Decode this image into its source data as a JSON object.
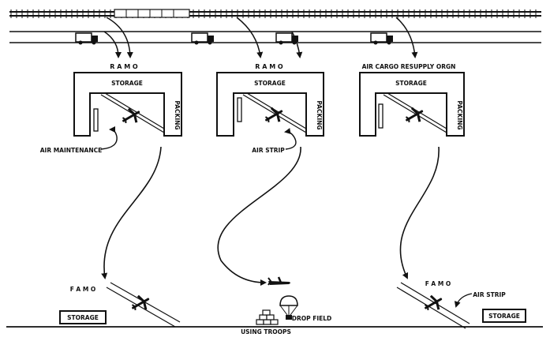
{
  "colors": {
    "ink": "#111111",
    "paper": "#ffffff"
  },
  "depots": [
    {
      "label": "R A M O",
      "storage_label": "STORAGE",
      "packing_label": "PACKING",
      "callout": "AIR MAINTENANCE"
    },
    {
      "label": "R A M O",
      "storage_label": "STORAGE",
      "packing_label": "PACKING",
      "callout": "AIR STRIP"
    },
    {
      "label": "AIR CARGO RESUPPLY ORGN",
      "storage_label": "STORAGE",
      "packing_label": "PACKING",
      "callout": ""
    }
  ],
  "forward": {
    "left": {
      "label": "F A M O",
      "storage_label": "STORAGE"
    },
    "center": {
      "drop_field_label": "DROP FIELD",
      "troops_label": "USING TROOPS"
    },
    "right": {
      "label": "F A M O",
      "strip_label": "AIR STRIP",
      "storage_label": "STORAGE"
    }
  },
  "icons": {
    "railroad": "railroad-track-icon",
    "truck": "truck-icon",
    "airplane": "airplane-icon",
    "parachute": "parachute-icon",
    "supply_crates": "crate-stack-icon"
  }
}
